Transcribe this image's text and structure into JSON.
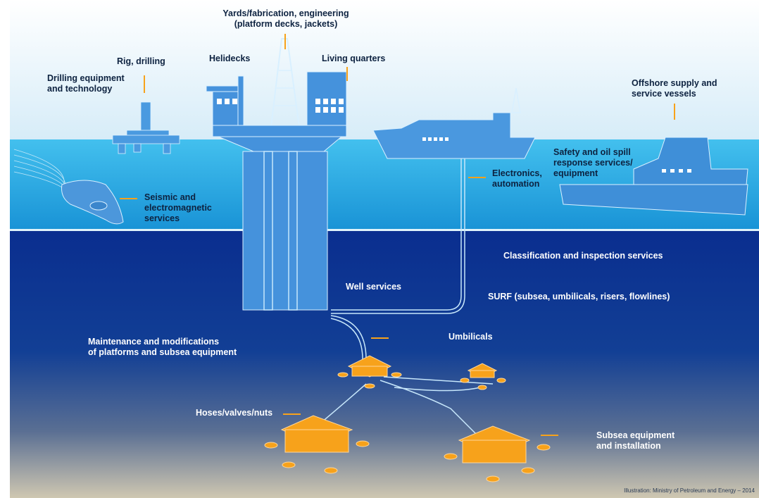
{
  "labels": {
    "yards": "Yards/fabrication, engineering\n(platform decks, jackets)",
    "rig_drilling": "Rig, drilling",
    "helidecks": "Helidecks",
    "living_quarters": "Living quarters",
    "drilling_equipment": "Drilling equipment\nand technology",
    "offshore_supply": "Offshore supply and\nservice vessels",
    "safety_oil_spill": "Safety and oil spill\nresponse services/\nequipment",
    "electronics": "Electronics,\nautomation",
    "seismic": "Seismic and\nelectromagnetic\nservices",
    "classification": "Classification and inspection services",
    "well_services": "Well services",
    "surf": "SURF (subsea, umbilicals, risers, flowlines)",
    "maintenance": "Maintenance and modifications\nof platforms and subsea equipment",
    "umbilicals": "Umbilicals",
    "hoses": "Hoses/valves/nuts",
    "subsea_equipment": "Subsea equipment\nand installation"
  },
  "credit": "Illustration: Ministry of Petroleum and Energy – 2014",
  "colors": {
    "sky": "#f2f8fc",
    "sea_surface": "#23a9e1",
    "deep_sea": "#0a2b8c",
    "seabed": "#c9c4b4",
    "structures": "#3f8fd8",
    "subsea_units": "#f7a21b",
    "leader_lines": "#f7a21b"
  }
}
